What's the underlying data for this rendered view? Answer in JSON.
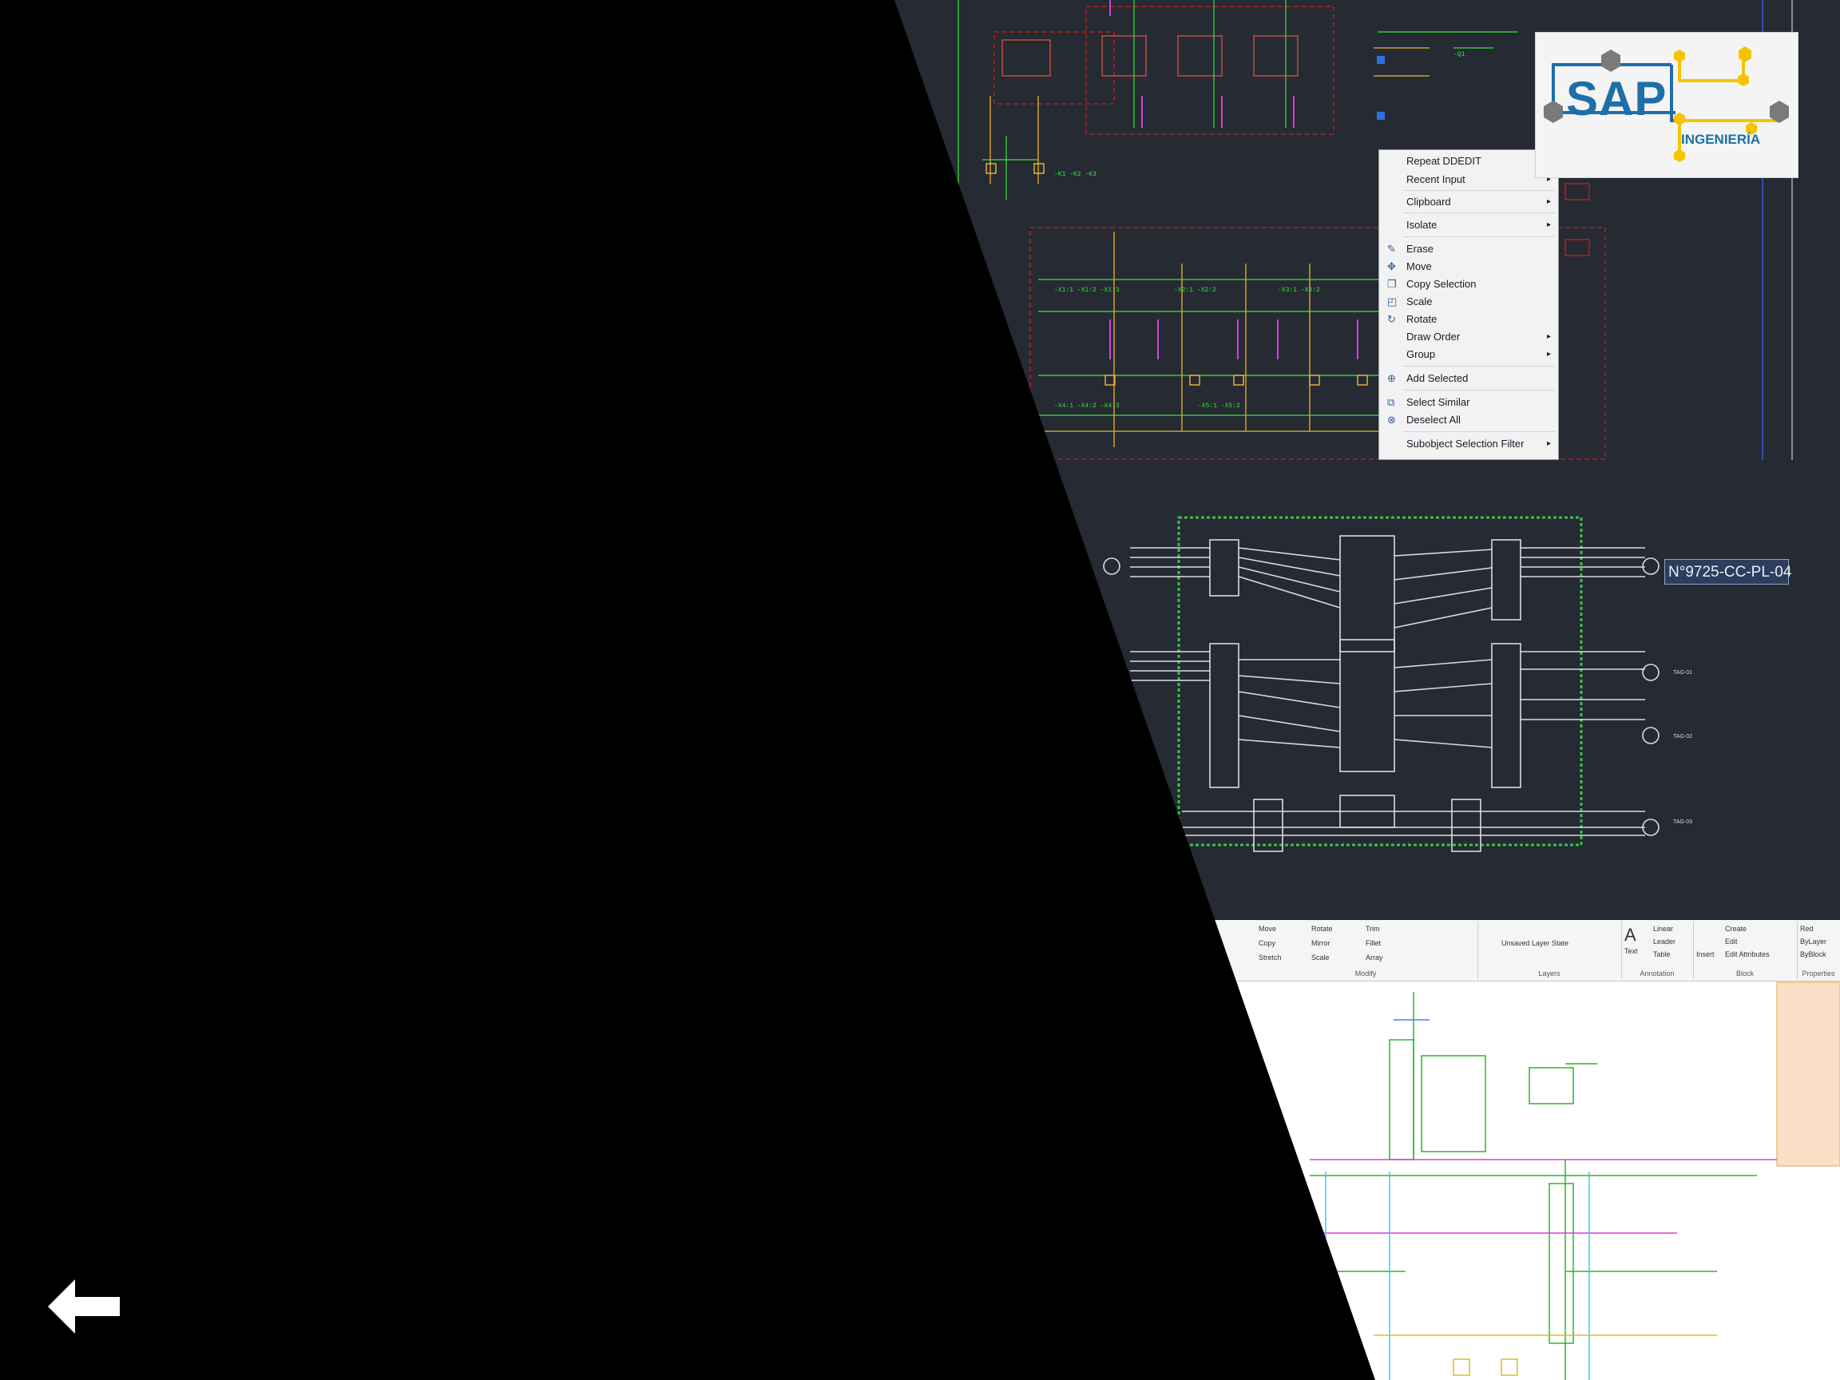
{
  "context_menu": {
    "items": [
      {
        "label": "Repeat DDEDIT",
        "icon": "",
        "submenu": false
      },
      {
        "label": "Recent Input",
        "icon": "",
        "submenu": true
      },
      {
        "label": "Clipboard",
        "icon": "",
        "submenu": true
      },
      {
        "label": "Isolate",
        "icon": "",
        "submenu": true
      },
      {
        "label": "Erase",
        "icon": "eraser-icon",
        "submenu": false
      },
      {
        "label": "Move",
        "icon": "move-icon",
        "submenu": false
      },
      {
        "label": "Copy Selection",
        "icon": "copy-icon",
        "submenu": false
      },
      {
        "label": "Scale",
        "icon": "scale-icon",
        "submenu": false
      },
      {
        "label": "Rotate",
        "icon": "rotate-icon",
        "submenu": false
      },
      {
        "label": "Draw Order",
        "icon": "",
        "submenu": true
      },
      {
        "label": "Group",
        "icon": "",
        "submenu": true
      },
      {
        "label": "Add Selected",
        "icon": "add-selected-icon",
        "submenu": false
      },
      {
        "label": "Select Similar",
        "icon": "select-similar-icon",
        "submenu": false
      },
      {
        "label": "Deselect All",
        "icon": "deselect-icon",
        "submenu": false
      },
      {
        "label": "Subobject Selection Filter",
        "icon": "",
        "submenu": true
      }
    ]
  },
  "logo": {
    "brand": "SAP",
    "sub": "INGENIERÍA"
  },
  "drawing": {
    "label": "N°9725-CC-PL-04"
  },
  "ribbon": {
    "groups": [
      {
        "title": "Modify",
        "buttons": [
          "Move",
          "Rotate",
          "Trim",
          "Copy",
          "Mirror",
          "Fillet",
          "Stretch",
          "Scale",
          "Array"
        ]
      },
      {
        "title": "Layers",
        "buttons": [
          "Unsaved Layer State"
        ]
      },
      {
        "title": "Annotation",
        "buttons": [
          "Text",
          "Linear",
          "Leader",
          "Table"
        ]
      },
      {
        "title": "Block",
        "buttons": [
          "Insert",
          "Create",
          "Edit",
          "Edit Attributes"
        ]
      },
      {
        "title": "Properties",
        "buttons": [
          "Red",
          "ByLayer",
          "ByBlock"
        ]
      }
    ]
  },
  "colors": {
    "cad_bg": "#252a33",
    "green": "#39e63c",
    "magenta": "#d442d4",
    "red": "#b52020",
    "orange": "#e0a040",
    "brand_blue": "#1e6fa8",
    "brand_yellow": "#f5c400"
  },
  "navigation": {
    "back_icon": "back-arrow-icon"
  }
}
